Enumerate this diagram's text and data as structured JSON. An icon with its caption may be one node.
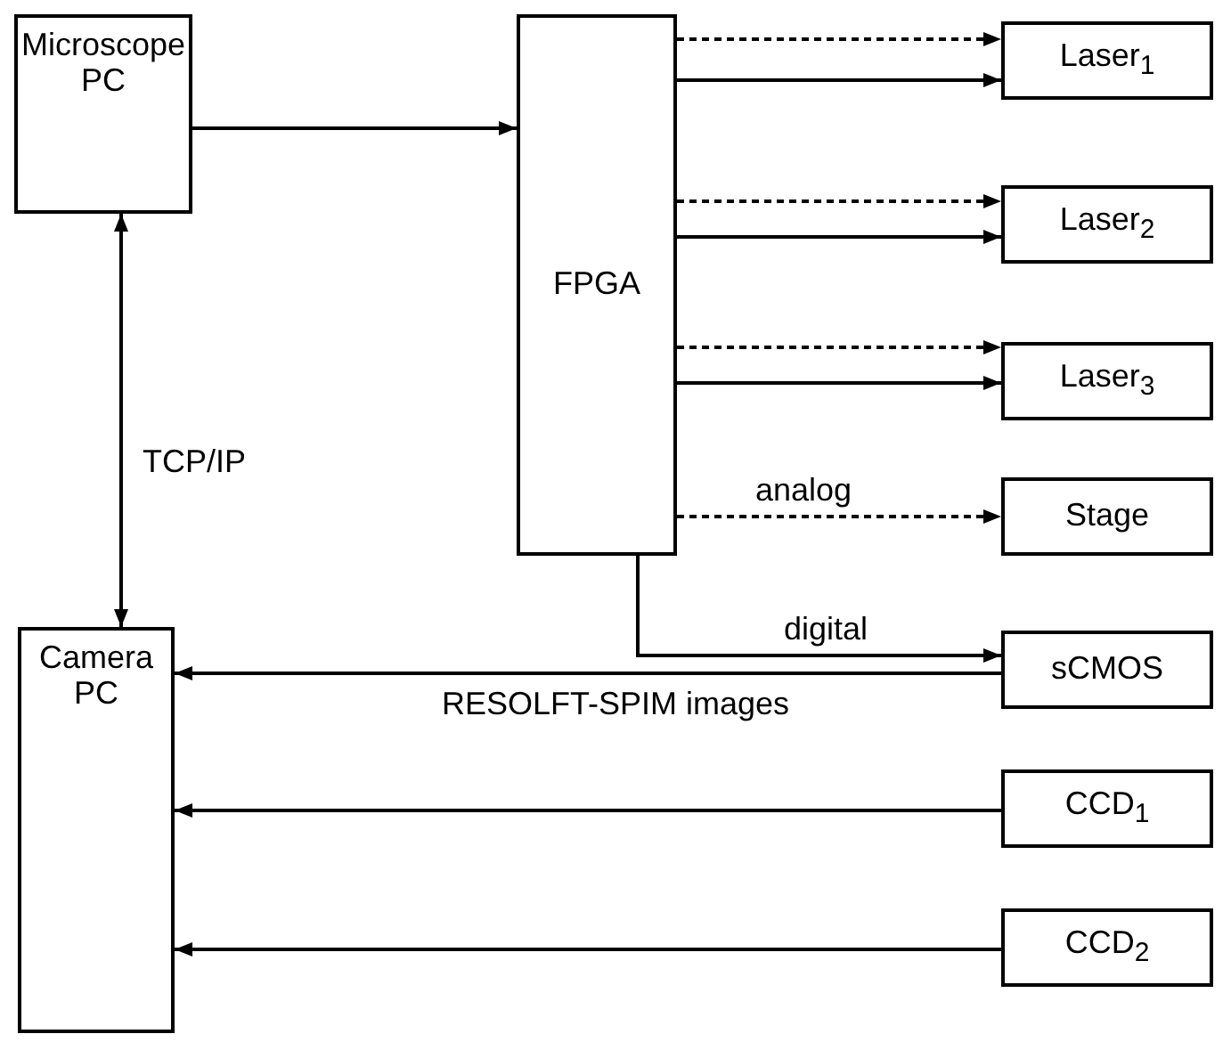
{
  "diagram": {
    "nodes": [
      {
        "text": [
          "Microscope PC"
        ]
      },
      {
        "text": [
          "FPGA"
        ]
      },
      {
        "text": [
          "Laser$_{1}$"
        ]
      },
      {
        "text": [
          "Laser$_{2}$"
        ]
      },
      {
        "text": [
          "Laser$_{3}$"
        ]
      },
      {
        "text": [
          "Stage"
        ]
      },
      {
        "text": [
          "sCMOS"
        ]
      },
      {
        "text": [
          "Camera PC"
        ]
      },
      {
        "text": [
          "CCD$_{1}$"
        ]
      },
      {
        "text": [
          "CCD$_{2}$"
        ]
      }
    ],
    "edges": [
      {
        "from": 0,
        "to": 1,
        "arrow": "to"
      },
      {
        "from": 0,
        "to": 7,
        "arrow": "both",
        "label": "TCP/IP"
      },
      {
        "from": 1,
        "to": 2,
        "arrow": "to",
        "style": "dashed"
      },
      {
        "from": 1,
        "to": 2,
        "arrow": "to"
      },
      {
        "from": 1,
        "to": 3,
        "arrow": "to",
        "style": "dashed"
      },
      {
        "from": 1,
        "to": 3,
        "arrow": "to"
      },
      {
        "from": 1,
        "to": 4,
        "arrow": "to",
        "style": "dashed"
      },
      {
        "from": 1,
        "to": 4,
        "arrow": "to"
      },
      {
        "from": 1,
        "to": 5,
        "arrow": "to",
        "style": "dashed",
        "label": "analog"
      },
      {
        "from": 1,
        "to": 6,
        "arrow": "to",
        "label": "digital"
      },
      {
        "from": 6,
        "to": 7,
        "arrow": "to",
        "label": "RESOLFT-SPIM images"
      },
      {
        "from": 8,
        "to": 7,
        "arrow": "to"
      },
      {
        "from": 9,
        "to": 7,
        "arrow": "to"
      }
    ]
  }
}
